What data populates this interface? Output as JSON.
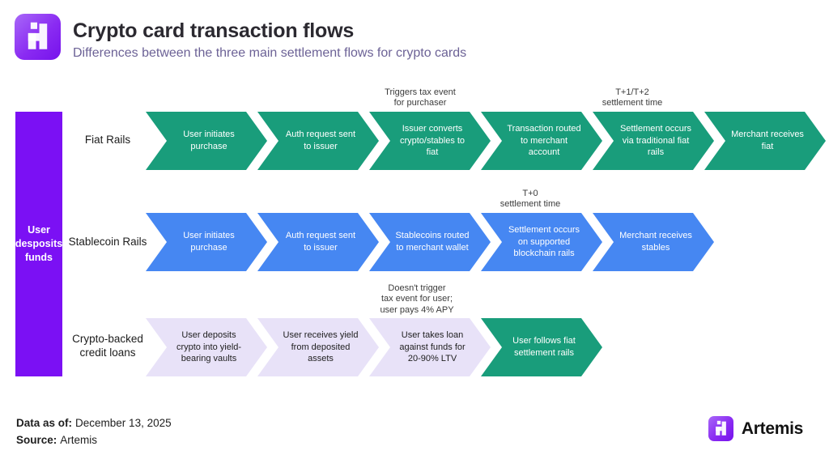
{
  "header": {
    "title": "Crypto card transaction flows",
    "subtitle": "Differences between the three main settlement flows for crypto cards"
  },
  "left_bar": {
    "label": "User\ndesposits\nfunds"
  },
  "rows": [
    {
      "label": "Fiat Rails",
      "color_name": "fiat_green",
      "steps": [
        {
          "label": "User initiates purchase"
        },
        {
          "label": "Auth request sent to issuer"
        },
        {
          "label": "Issuer converts crypto/stables to fiat",
          "annotation": "Triggers tax event\nfor purchaser"
        },
        {
          "label": "Transaction routed to merchant account"
        },
        {
          "label": "Settlement occurs via traditional fiat rails",
          "annotation": "T+1/T+2\nsettlement time"
        },
        {
          "label": "Merchant receives fiat"
        }
      ]
    },
    {
      "label": "Stablecoin Rails",
      "color_name": "stablecoin_blue",
      "steps": [
        {
          "label": "User initiates purchase"
        },
        {
          "label": "Auth request sent to issuer"
        },
        {
          "label": "Stablecoins routed to merchant wallet"
        },
        {
          "label": "Settlement occurs on supported blockchain rails",
          "annotation": "T+0\nsettlement time"
        },
        {
          "label": "Merchant receives stables"
        }
      ]
    },
    {
      "label": "Crypto-backed\ncredit loans",
      "color_name": "credit_lavender",
      "steps": [
        {
          "label": "User deposits crypto into yield-bearing vaults"
        },
        {
          "label": "User receives yield from deposited assets"
        },
        {
          "label": "User takes loan against funds for 20-90% LTV",
          "annotation": "Doesn't trigger\ntax event for user;\nuser pays 4% APY"
        },
        {
          "label": "User follows fiat settlement rails"
        }
      ]
    }
  ],
  "footer": {
    "data_as_of_label": "Data as of:",
    "data_as_of_value": "December 13, 2025",
    "source_label": "Source:",
    "source_value": "Artemis",
    "brand": "Artemis"
  },
  "colors": {
    "fiat_green": "#199D7B",
    "stablecoin_blue": "#4687F2",
    "credit_lavender": "#E8E2F8",
    "deposit_purple": "#7B10F4",
    "logo_purple": "#8A2BF2"
  }
}
